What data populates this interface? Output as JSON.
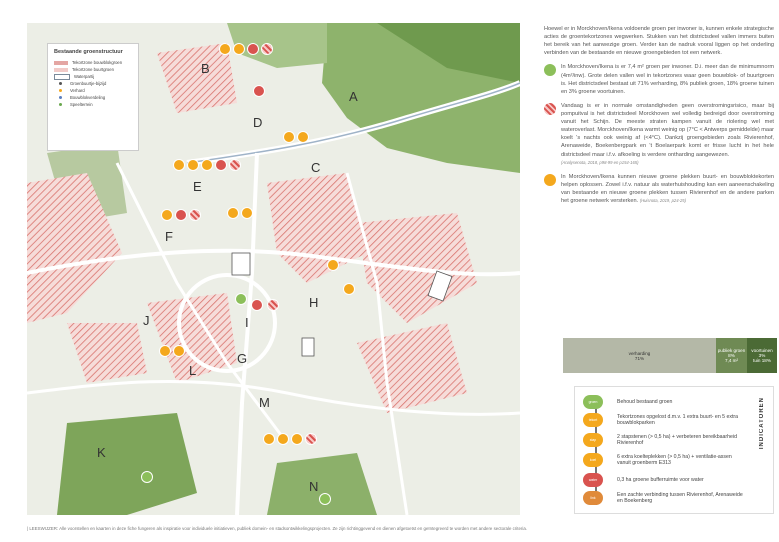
{
  "legend": {
    "title": "Bestaande groenstructuur",
    "items": [
      {
        "label": "Tekortzone bouwblokgroen",
        "color": "#e4a6a3"
      },
      {
        "label": "Tekortzone buurtgroen",
        "color": "#f2cbc8"
      },
      {
        "label": "Waterpartij",
        "color": "#7a8a9a"
      },
      {
        "label": "Groenbuurtje-bijzijd",
        "color": "#555555"
      },
      {
        "label": "Verhard",
        "color": "#f4a81d"
      },
      {
        "label": "Bouwblokverdeling",
        "color": "#5a7fc0"
      },
      {
        "label": "Speelterrein",
        "color": "#6aa84f"
      }
    ]
  },
  "area_labels": [
    "A",
    "B",
    "C",
    "D",
    "E",
    "F",
    "G",
    "H",
    "I",
    "J",
    "K",
    "L",
    "M",
    "N"
  ],
  "text": {
    "intro": "Hoewel er in Morckhoven/Ikena voldoende groen per inwoner is, kunnen enkele strategische acties de groentekortzones wegwerken. Stukken van het districtsdeel vallen immers buiten het bereik van het aanwezige groen. Verder kan de nadruk vooral liggen op het onderling verbinden van de bestaande en nieuwe groengebieden tot een netwerk.",
    "p1": "In Morckhoven/Ikena is er 7,4 m² groen per inwoner. D.i. meer dan de minimumnorm (4m²/inw). Grote delen vallen wel in tekortzones waar geen bouwblok- of buurtgroen is. Het districtsdeel bestaat uit 71% verharding, 8% publiek groen, 18% groene tuinen en 3% groene voortuinen.",
    "p2": "Vandaag is er in normale omstandigheden geen overstromingsrisico, maar bij pompuitval is het districtsdeel Morckhoven wel volledig bedreigd door overstroming vanuit het Schijn. De meeste straten kampen vanuit de riolering wel met wateroverlast. Morckhoven/Ikena warmt weinig op (7°C < Antwerps gemiddelde) maar koelt 's nachts ook weinig af (<4°C). Dankzij groengebieden zoals Rivierenhof, Arenaweide, Boekenbergpark en 't Boelaerpark komt er frisse lucht in het hele districtsdeel maar i.f.v. afkoeling is verdere ontharding aangewezen.",
    "p2_src": "(Analysenota, 2018, p98-99 en p154-165)",
    "p3": "In Morckhoven/Ikena kunnen nieuwe groene plekken buurt- en bouwbloktekorten helpen oplossen. Zowel i.f.v. natuur als waterhuishouding kan een aaneenschakeling van bestaande en nieuwe groene plekken tussen Rivierenhof en de andere parken het groene netwerk versterken.",
    "p3_src": "(Huisnota, 2019, p24-25)"
  },
  "bar": {
    "b1_label": "verharding",
    "b1_value": "71%",
    "b2_label": "publiek groen",
    "b2_value": "8%",
    "b3_label": "voortuinen",
    "b3_value": "3%",
    "sub_value": "7,4 m²",
    "sub_label": "tuin 18%"
  },
  "indicators": {
    "title": "INDICATOREN",
    "items": [
      {
        "short": "groen",
        "label": "Behoud bestaand groen",
        "color": "#8cbf5a"
      },
      {
        "short": "tekort",
        "label": "Tekortzones opgelost d.m.v. 1 extra buurt- en 5 extra bouwblokparken",
        "color": "#f4a81d"
      },
      {
        "short": "stap",
        "label": "2 stapstenen (> 0,5 ha) + verbeteren bereikbaarheid Rivierenhof",
        "color": "#f4a81d"
      },
      {
        "short": "koel",
        "label": "6 extra koelteplekken (> 0,5 ha) + ventilatie-assen vanuit groenberm E313",
        "color": "#f4a81d"
      },
      {
        "short": "water",
        "label": "0,3 ha groene bufferruimte voor water",
        "color": "#d9534f"
      },
      {
        "short": "link",
        "label": "Een zachte verbinding tussen Rivierenhof, Arenaweide en Boekenberg",
        "color": "#e08a3a"
      }
    ]
  },
  "footer": "| LEESWIJZER: Alle voorstellen en kaarten in deze fiche fungeren als inspiratie voor individuele initiatieven, publiek domein- en stadsontwikkelingsprojecten. Ze zijn richtinggevend en dienen afgetoetst en geïntegreerd te worden met andere sectorale criteria."
}
